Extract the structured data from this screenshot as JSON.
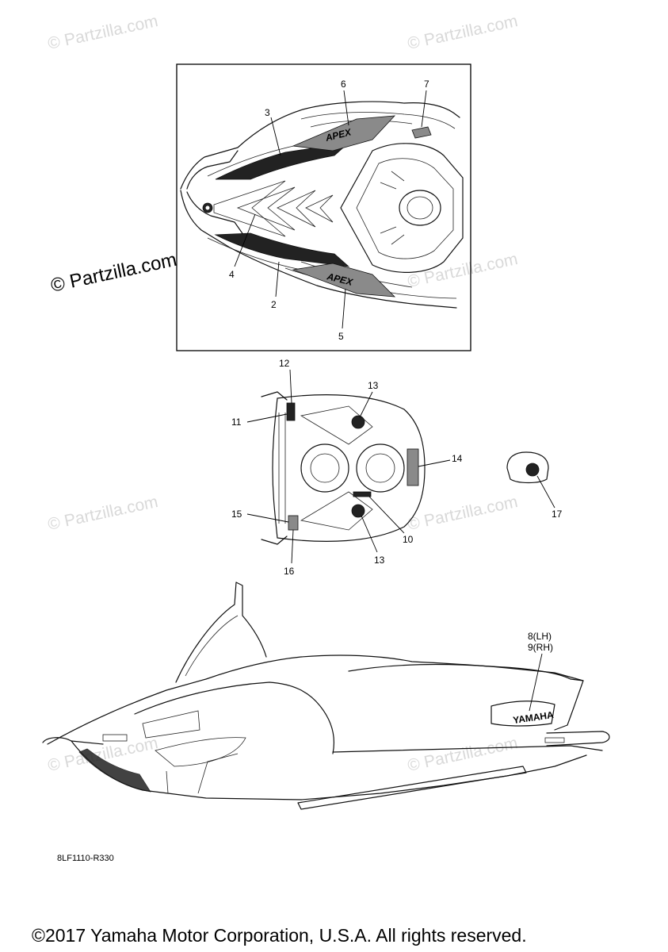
{
  "watermarks": {
    "small": "© Partzilla.com",
    "big": "© Partzilla.com"
  },
  "callouts": {
    "c2": "2",
    "c3": "3",
    "c4": "4",
    "c5": "5",
    "c6": "6",
    "c7": "7",
    "c8": "8(LH)",
    "c9": "9(RH)",
    "c10": "10",
    "c11": "11",
    "c12": "12",
    "c13a": "13",
    "c13b": "13",
    "c14": "14",
    "c15": "15",
    "c16": "16",
    "c17": "17"
  },
  "decal_text": {
    "hood": "APEX",
    "side": "YAMAHA"
  },
  "diagram_code": "8LF1110-R330",
  "copyright": "©2017 Yamaha Motor Corporation, U.S.A. All rights reserved."
}
